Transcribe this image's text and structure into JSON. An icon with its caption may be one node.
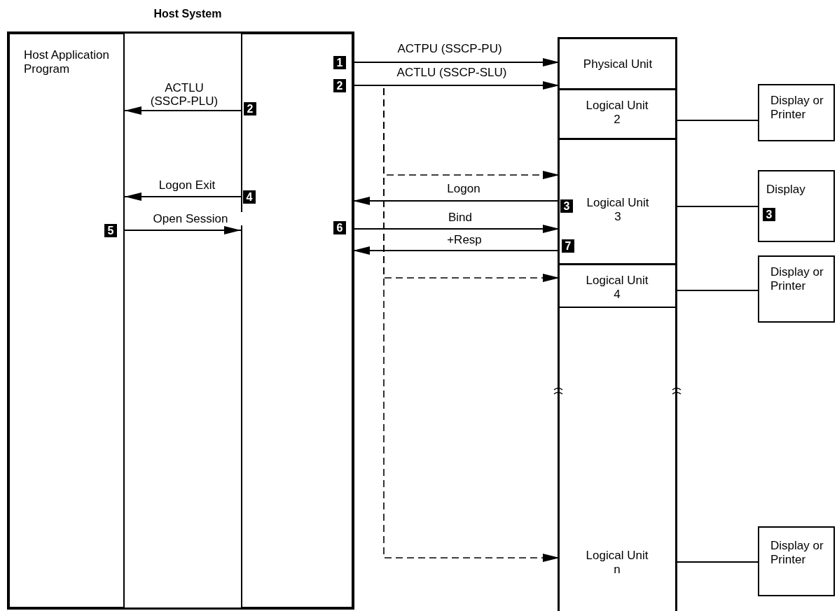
{
  "diagram": {
    "nodes": [
      {
        "text": [
          "Host System"
        ]
      },
      {
        "text": [
          "Host Application Program"
        ],
        "in": 0
      },
      {
        "text": [],
        "shape": "box",
        "in": 0
      },
      {
        "text": [],
        "shape": "box"
      },
      {
        "text": [
          "Physical Unit"
        ],
        "in": 3
      },
      {
        "text": [
          "Logical Unit 2"
        ],
        "in": 3
      },
      {
        "text": [
          "Logical Unit 3"
        ],
        "in": 3
      },
      {
        "text": [
          "Logical Unit 4"
        ],
        "in": 3
      },
      {
        "text": [
          "Logical Unit n"
        ],
        "in": 3
      },
      {
        "text": [
          "Display or Printer"
        ]
      },
      {
        "text": [
          "Display"
        ]
      },
      {
        "text": [
          "Display or Printer"
        ]
      },
      {
        "text": [
          "Display or Printer"
        ]
      }
    ],
    "edges": [
      {
        "from": 2,
        "to": 4,
        "arrow": "to",
        "label": "ACTPU (SSCP-PU)"
      },
      {
        "from": 2,
        "to": 5,
        "arrow": "to",
        "label": "ACTLU (SSCP-SLU)"
      },
      {
        "from": 2,
        "to": 1,
        "arrow": "to",
        "label": "ACTLU (SSCP-PLU)"
      },
      {
        "from": 2,
        "to": 6,
        "arrow": "to",
        "style": "dashed"
      },
      {
        "from": 6,
        "to": 2,
        "arrow": "to",
        "label": "Logon"
      },
      {
        "from": 2,
        "to": 1,
        "arrow": "to",
        "label": "Logon Exit"
      },
      {
        "from": 1,
        "to": 2,
        "arrow": "to",
        "label": "Open Session"
      },
      {
        "from": 2,
        "to": 6,
        "arrow": "to",
        "label": "Bind"
      },
      {
        "from": 6,
        "to": 2,
        "arrow": "to",
        "label": "+Resp"
      },
      {
        "from": 2,
        "to": 7,
        "arrow": "to",
        "style": "dashed"
      },
      {
        "from": 2,
        "to": 8,
        "arrow": "to",
        "style": "dashed"
      },
      {
        "from": 5,
        "to": 9,
        "arrow": "none"
      },
      {
        "from": 6,
        "to": 10,
        "arrow": "none"
      },
      {
        "from": 7,
        "to": 11,
        "arrow": "none"
      },
      {
        "from": 8,
        "to": 12,
        "arrow": "none"
      }
    ],
    "labels": [
      "1",
      "2",
      "2",
      "4",
      "3",
      "3",
      "5",
      "6",
      "7"
    ]
  }
}
